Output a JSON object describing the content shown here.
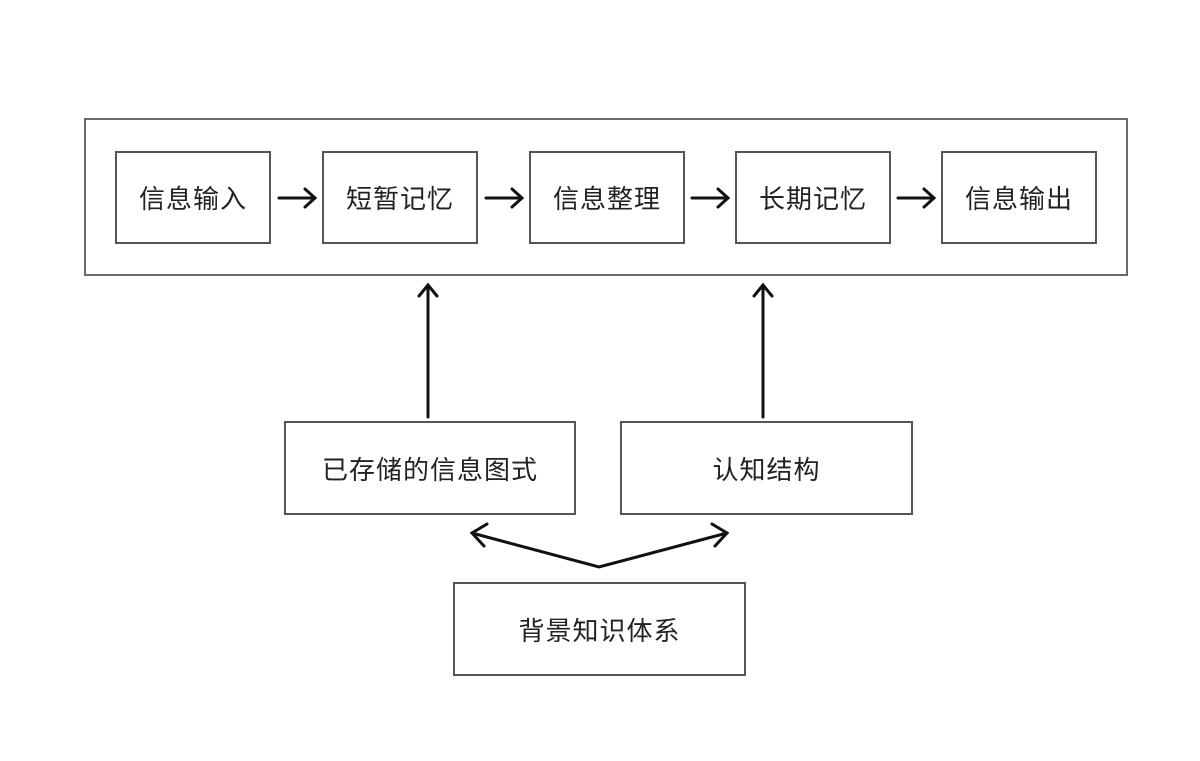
{
  "process": {
    "steps": [
      {
        "label": "信息输入"
      },
      {
        "label": "短暂记忆"
      },
      {
        "label": "信息整理"
      },
      {
        "label": "长期记忆"
      },
      {
        "label": "信息输出"
      }
    ]
  },
  "supports": {
    "schema": {
      "label": "已存储的信息图式"
    },
    "cognitive": {
      "label": "认知结构"
    }
  },
  "foundation": {
    "label": "背景知识体系"
  },
  "colors": {
    "border": "#555555",
    "arrow": "#111111",
    "text": "#222222",
    "background": "#ffffff"
  }
}
